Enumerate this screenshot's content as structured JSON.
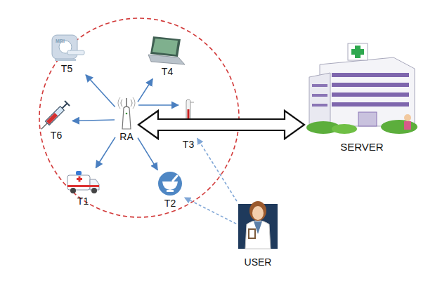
{
  "diagram": {
    "nodes": [
      {
        "text": [
          "T5"
        ]
      },
      {
        "text": [
          "T4"
        ]
      },
      {
        "text": [
          "T6"
        ]
      },
      {
        "text": [
          "RA"
        ]
      },
      {
        "text": [
          "T3"
        ]
      },
      {
        "text": [
          "T1"
        ]
      },
      {
        "text": [
          "T2"
        ]
      },
      {
        "text": [
          "SERVER"
        ]
      },
      {
        "text": [
          "USER"
        ]
      }
    ],
    "edges": [
      {
        "from": 3,
        "to": 0,
        "arrow": "to"
      },
      {
        "from": 3,
        "to": 1,
        "arrow": "to"
      },
      {
        "from": 3,
        "to": 2,
        "arrow": "to"
      },
      {
        "from": 3,
        "to": 5,
        "arrow": "to"
      },
      {
        "from": 3,
        "to": 6,
        "arrow": "to"
      },
      {
        "from": 3,
        "to": 4,
        "arrow": "to"
      },
      {
        "from": 3,
        "to": 7,
        "arrow": "both"
      },
      {
        "from": 8,
        "to": 6,
        "arrow": "to"
      },
      {
        "from": 8,
        "to": 4,
        "arrow": "to"
      }
    ],
    "labels": [
      "MRI"
    ]
  }
}
